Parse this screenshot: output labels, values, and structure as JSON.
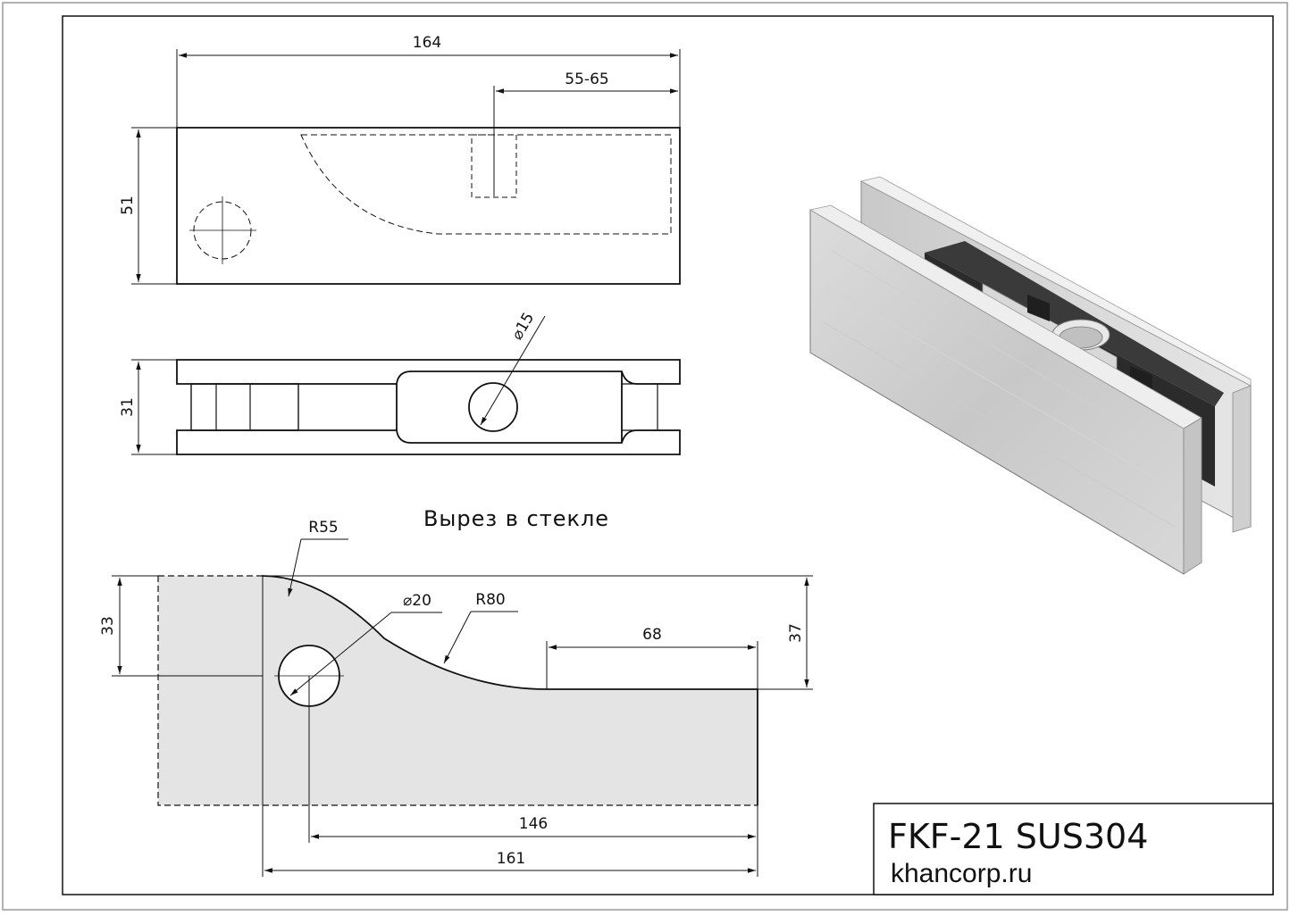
{
  "drawing": {
    "top_view": {
      "overall_length": "164",
      "slot_position": "55-65",
      "height": "51"
    },
    "side_view": {
      "thickness": "31",
      "hole_diameter": "⌀15"
    },
    "cutout": {
      "caption": "Вырез в стекле",
      "radius_upper": "R55",
      "radius_lower": "R80",
      "hole_diameter": "⌀20",
      "height_left": "33",
      "height_right": "37",
      "flat_length": "68",
      "hole_to_end": "146",
      "total_length": "161"
    },
    "isometric": {
      "description_icon": "glass-clamp-isometric-icon"
    }
  },
  "title_block": {
    "model": "FKF-21 SUS304",
    "website": "khancorp.ru"
  },
  "colors": {
    "line": "#111111",
    "cutout_fill": "#e4e4e4",
    "metal_light": "#d6d6d6",
    "metal_mid": "#bdbdbd",
    "rubber": "#2b2b2b"
  }
}
